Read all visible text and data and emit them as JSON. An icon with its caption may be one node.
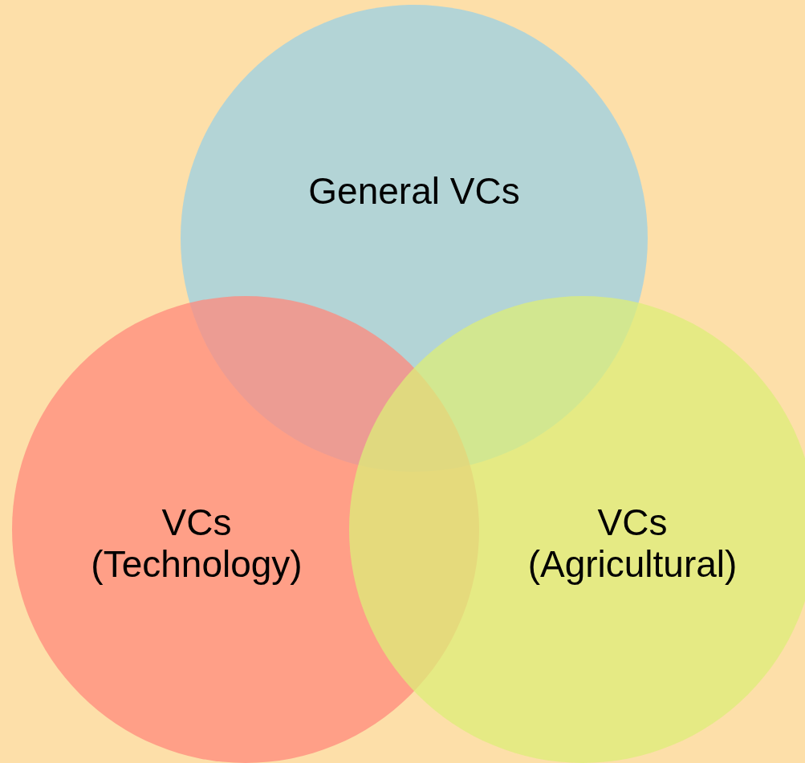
{
  "diagram": {
    "nodes": [
      {
        "text": [
          "General VCs"
        ]
      },
      {
        "text": [
          "VCs (Technology)"
        ]
      },
      {
        "text": [
          "VCs (Agricultural)"
        ]
      }
    ]
  }
}
